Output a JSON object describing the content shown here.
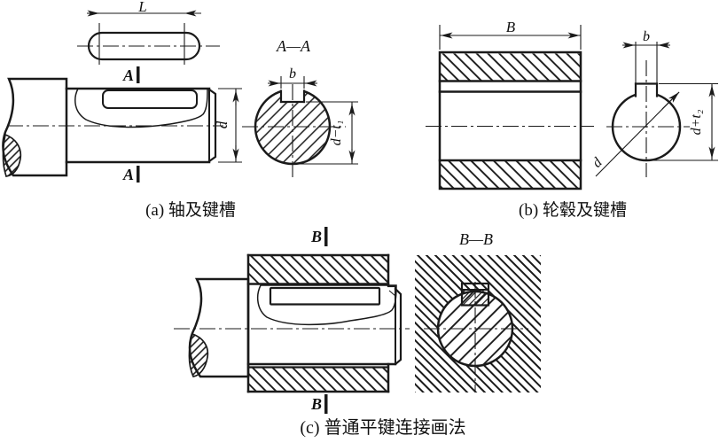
{
  "drawing": {
    "background": "#ffffff",
    "ink": "#1a1a1a",
    "type": "key-and-keyway engineering drawing"
  },
  "panel_a": {
    "caption": "(a) 轴及键槽",
    "key_length_dim": "L",
    "section_mark": "A",
    "section_title": "A—A",
    "keyway_width_dim": "b",
    "shaft_diameter_dim": "d",
    "keyway_depth_dim": "d−t₁"
  },
  "panel_b": {
    "caption": "(b) 轮毂及键槽",
    "hub_width_dim": "B",
    "keyway_width_dim": "b",
    "bore_diameter_dim": "d",
    "keyway_depth_dim": "d+t₂"
  },
  "panel_c": {
    "caption": "(c) 普通平键连接画法",
    "section_mark": "B",
    "section_title": "B—B"
  }
}
